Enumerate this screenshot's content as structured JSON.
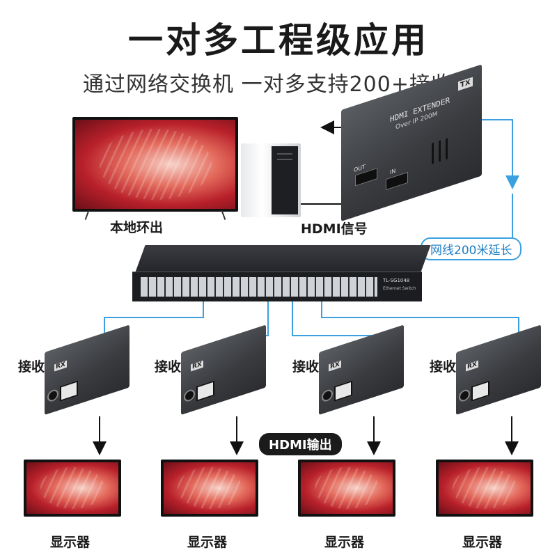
{
  "header": {
    "title": "一对多工程级应用",
    "subtitle": "通过网络交换机 一对多支持200+接收端"
  },
  "top": {
    "local_loop_label": "本地环出",
    "hdmi_signal_label": "HDMI信号",
    "cable_label": "网线200米延长",
    "extender_text": "HDMI EXTENDER",
    "extender_sub": "Over IP 200M",
    "tx_badge": "TX",
    "port_out": "OUT",
    "port_in": "IN"
  },
  "switch": {
    "model_text": "TL-SG1048",
    "sub_text": "Ethernet Switch"
  },
  "receivers": [
    {
      "label": "接收器",
      "badge": "RX"
    },
    {
      "label": "接收器",
      "badge": "RX"
    },
    {
      "label": "接收器",
      "badge": "RX"
    },
    {
      "label": "接收器",
      "badge": "RX"
    }
  ],
  "hdmi_output_label": "HDMI输出",
  "displays": [
    {
      "label": "显示器"
    },
    {
      "label": "显示器"
    },
    {
      "label": "显示器"
    },
    {
      "label": "显示器"
    }
  ],
  "colors": {
    "cable_blue": "#3aa0e0",
    "arrow_black": "#111111"
  }
}
